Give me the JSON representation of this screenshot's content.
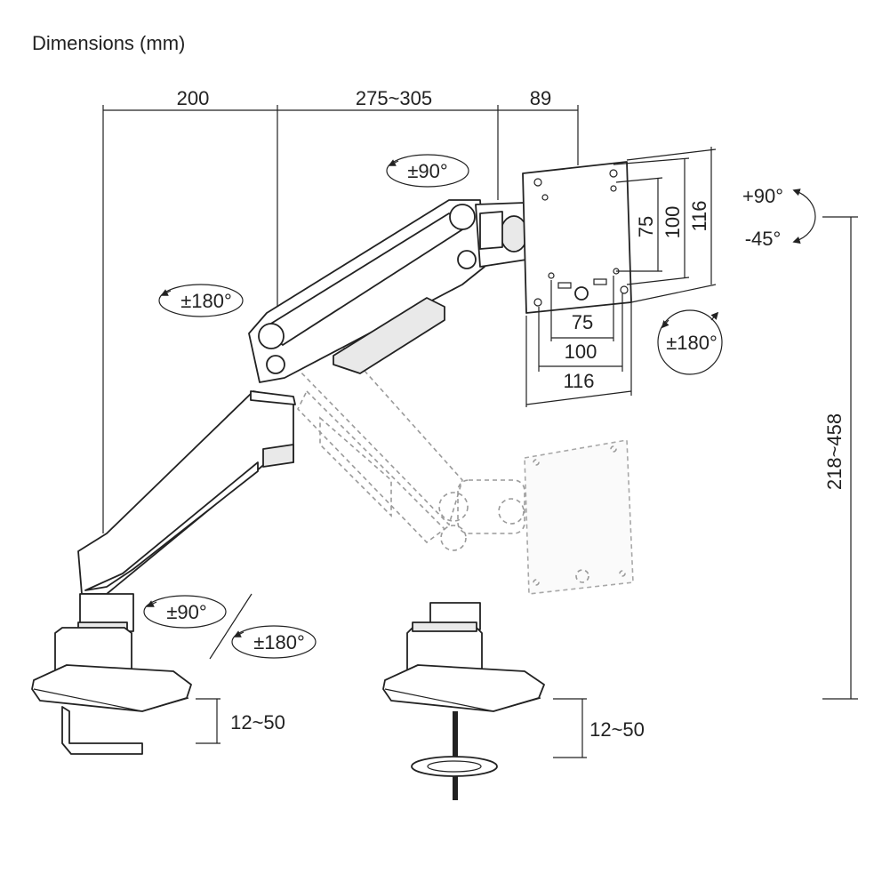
{
  "title": "Dimensions (mm)",
  "dimensions": {
    "arm_reach_1": "200",
    "arm_reach_2": "275~305",
    "plate_offset": "89",
    "vesa_vertical_75": "75",
    "vesa_vertical_100": "100",
    "vesa_vertical_116": "116",
    "vesa_horizontal_75": "75",
    "vesa_horizontal_100": "100",
    "vesa_horizontal_116": "116",
    "height_range": "218~458",
    "clamp_range": "12~50",
    "grommet_range": "12~50"
  },
  "rotations": {
    "tilt_top": "±90°",
    "swivel_mid": "±180°",
    "tilt_up": "+90°",
    "tilt_down": "-45°",
    "plate_rotate": "±180°",
    "base_swivel": "±90°",
    "base_rotate": "±180°"
  }
}
